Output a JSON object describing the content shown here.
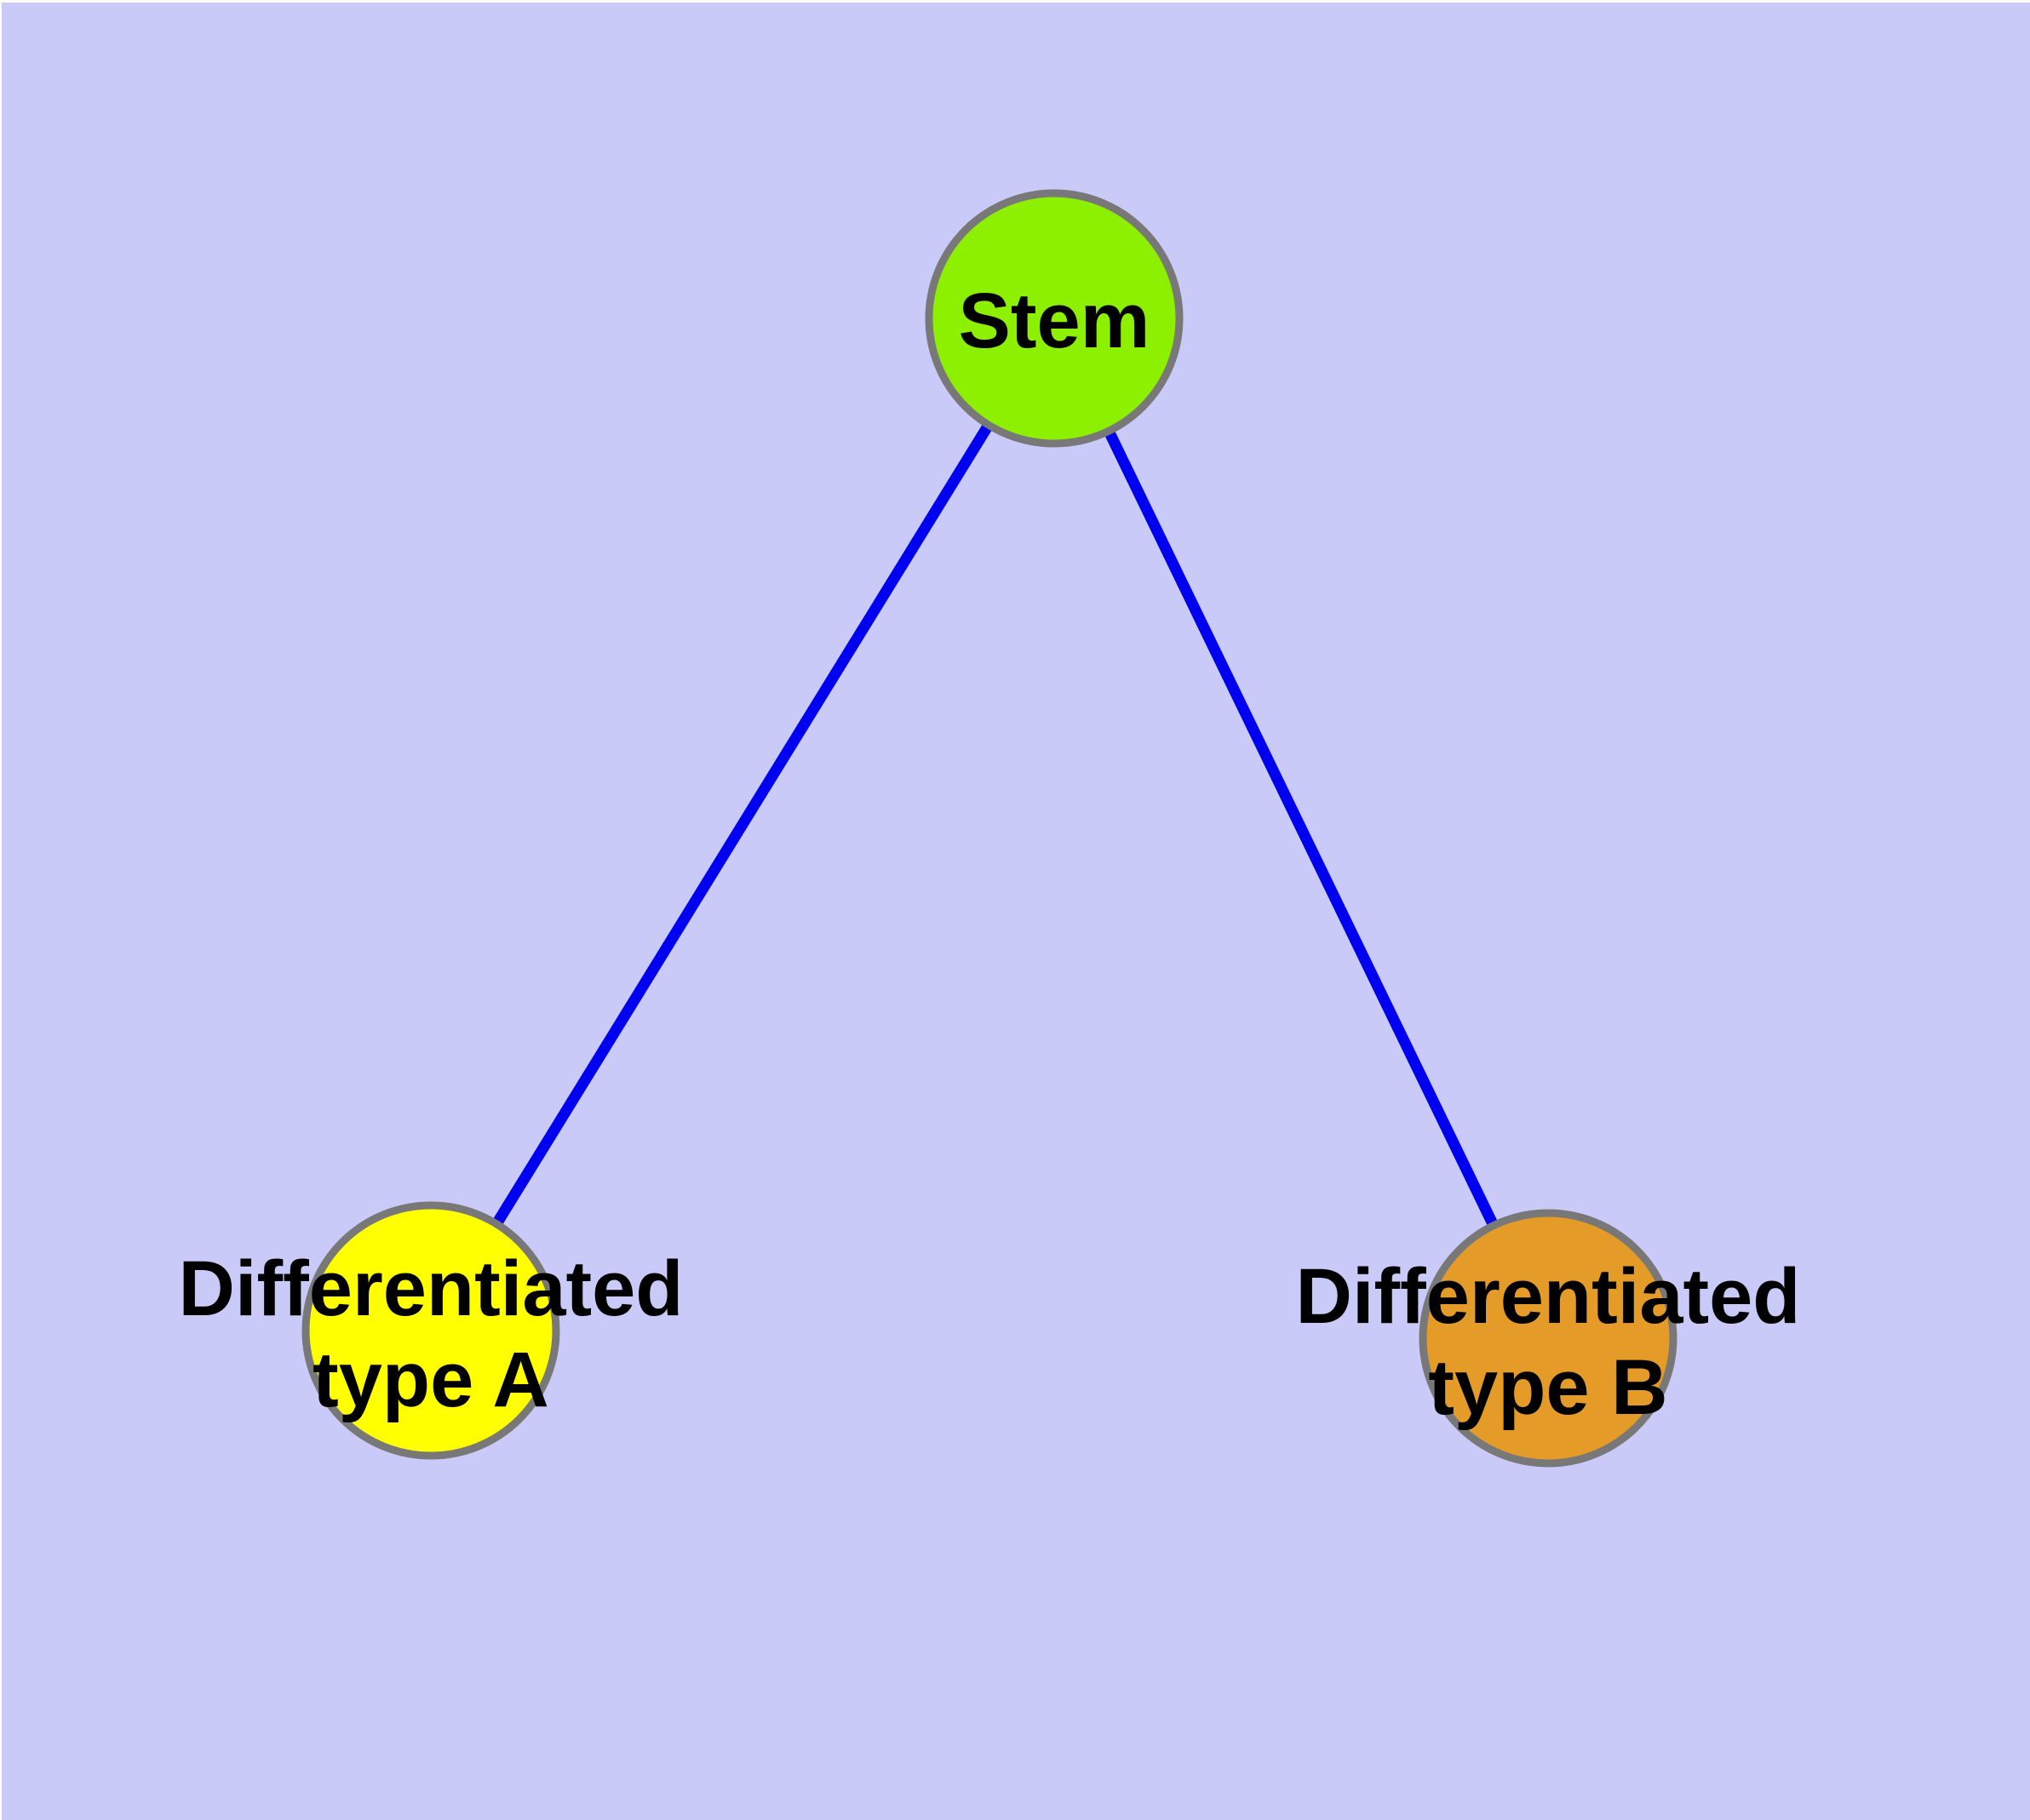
{
  "diagram": {
    "type": "node-link-graph",
    "background_color": "#CACAF8",
    "page_margin_color": "#FFFFFF",
    "node_border_color": "#787878",
    "edge_color": "#0000F0",
    "label_color": "#000000",
    "nodes": {
      "stem": {
        "label": "Stem",
        "fill_color": "#8DF000"
      },
      "typeA": {
        "label_line1": "Differentiated",
        "label_line2": "type A",
        "fill_color": "#FFFF00"
      },
      "typeB": {
        "label_line1": "Differentiated",
        "label_line2": "type B",
        "fill_color": "#E59B28"
      }
    },
    "edges": [
      {
        "from": "Stem",
        "to": "Differentiated type A"
      },
      {
        "from": "Stem",
        "to": "Differentiated type B"
      }
    ]
  }
}
